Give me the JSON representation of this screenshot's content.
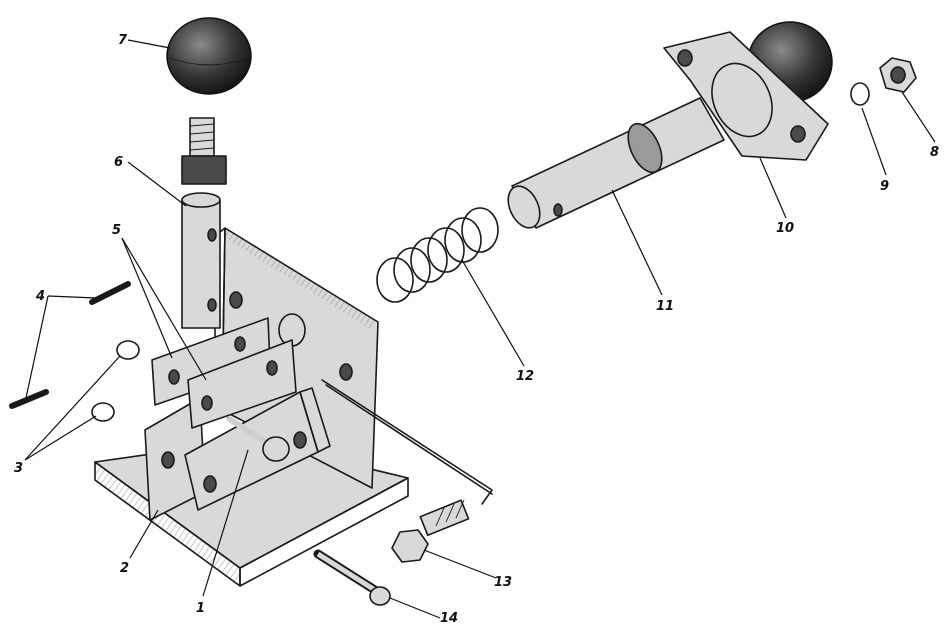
{
  "callouts": [
    {
      "id": "c1",
      "text": "1"
    },
    {
      "id": "c2",
      "text": "2"
    },
    {
      "id": "c3",
      "text": "3"
    },
    {
      "id": "c4",
      "text": "4"
    },
    {
      "id": "c5",
      "text": "5"
    },
    {
      "id": "c6",
      "text": "6"
    },
    {
      "id": "c7",
      "text": "7"
    },
    {
      "id": "c8",
      "text": "8"
    },
    {
      "id": "c9",
      "text": "9"
    },
    {
      "id": "c10",
      "text": "10"
    },
    {
      "id": "c11",
      "text": "11"
    },
    {
      "id": "c12",
      "text": "12"
    },
    {
      "id": "c13",
      "text": "13"
    },
    {
      "id": "c14",
      "text": "14"
    }
  ],
  "colors": {
    "ink": "#1a1a1a",
    "paper": "#fdfdfd",
    "shade": "#4a4a4a"
  }
}
